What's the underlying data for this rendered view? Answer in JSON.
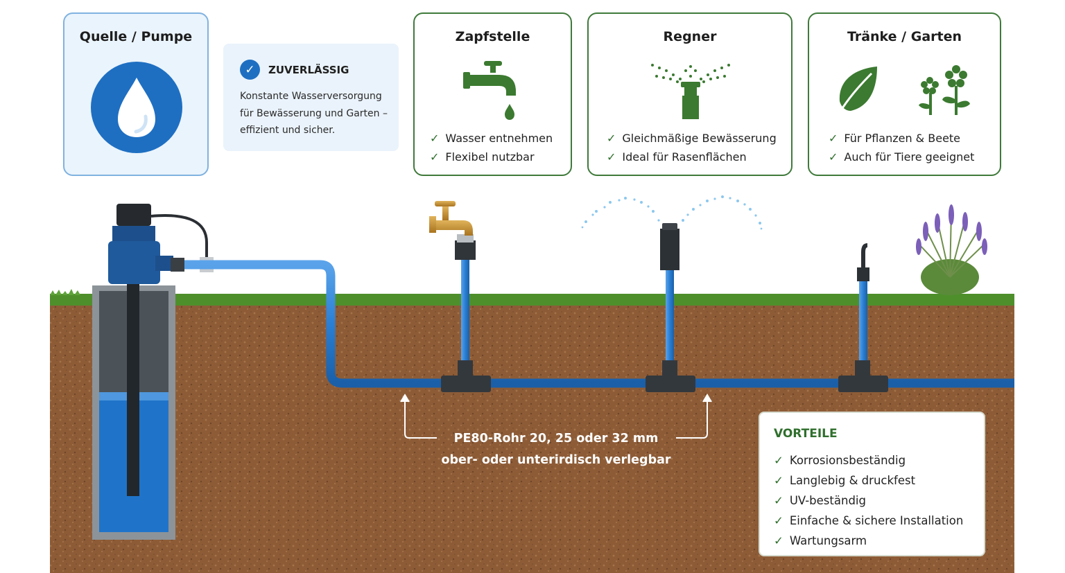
{
  "source_card": {
    "title": "Quelle / Pumpe",
    "icon": "water-drop-icon"
  },
  "reliable_box": {
    "icon": "check-circle-icon",
    "title": "ZUVERLÄSSIG",
    "text": "Konstante Wasserversorgung für Bewässerung und Garten – effizient und sicher."
  },
  "tap_card": {
    "title": "Zapfstelle",
    "icon": "faucet-icon",
    "features": [
      "Wasser entnehmen",
      "Flexibel nutzbar"
    ]
  },
  "sprinkler_card": {
    "title": "Regner",
    "icon": "sprinkler-icon",
    "features": [
      "Gleichmäßige Bewässerung",
      "Ideal für Rasenflächen"
    ]
  },
  "garden_card": {
    "title": "Tränke / Garten",
    "icons": [
      "leaf-icon",
      "flowers-icon"
    ],
    "features": [
      "Für Pflanzen & Beete",
      "Auch für Tiere geeignet"
    ]
  },
  "pipe_label": {
    "line1": "PE80-Rohr 20, 25 oder 32 mm",
    "line2": "ober- oder unterirdisch verlegbar"
  },
  "advantages": {
    "title": "VORTEILE",
    "items": [
      "Korrosionsbeständig",
      "Langlebig & druckfest",
      "UV-beständig",
      "Einfache & sichere Installation",
      "Wartungsarm"
    ]
  },
  "colors": {
    "pipe_blue": "#2a7fd4",
    "card_green": "#3f7a3a",
    "icon_green": "#3b7a30",
    "soil": "#8a5a36",
    "grass": "#4e8f2c",
    "water": "#1f74c9"
  }
}
